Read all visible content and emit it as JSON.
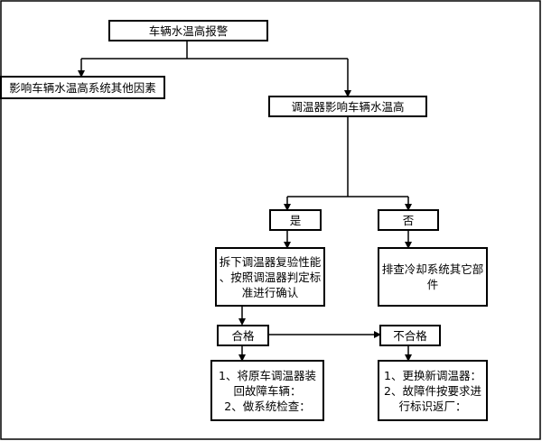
{
  "flowchart": {
    "root": "车辆水温高报警",
    "other_factors": "影响车辆水温高系统其他因素",
    "thermostat_cause": "调温器影响车辆水温高",
    "yes": "是",
    "no": "否",
    "test_lines": [
      "拆下调温器复验性能",
      "、按照调温器判定标",
      "准进行确认"
    ],
    "check_other": "排查冷却系统其它部件",
    "pass": "合格",
    "fail": "不合格",
    "pass_actions": [
      "1、将原车调温器装",
      "回故障车辆：",
      "2、做系统检查："
    ],
    "fail_actions": [
      "1、更换新调温器：",
      "2、故障件按要求进",
      "行标识返厂："
    ]
  }
}
